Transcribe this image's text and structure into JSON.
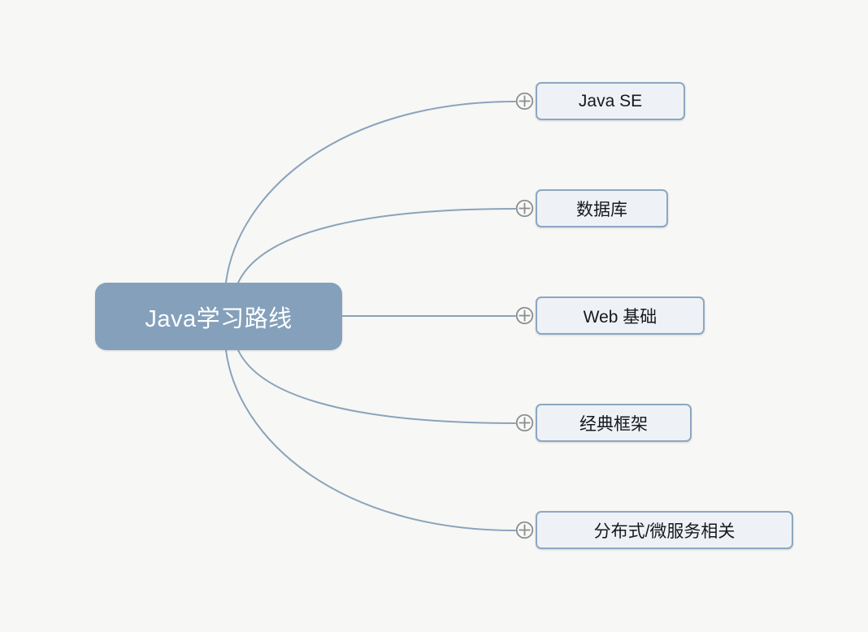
{
  "root_topic": {
    "label": "Java学习路线"
  },
  "topics": [
    {
      "label": "Java SE"
    },
    {
      "label": "数据库"
    },
    {
      "label": "Web 基础"
    },
    {
      "label": "经典框架"
    },
    {
      "label": "分布式/微服务相关"
    }
  ],
  "icons": {
    "expand_toggle": "plus-circle"
  },
  "colors": {
    "background": "#f7f7f5",
    "root_fill": "#84a0bb",
    "root_text": "#ffffff",
    "topic_fill": "#eef2f7",
    "topic_border": "#8da7c1",
    "topic_text": "#17191c",
    "connector": "#8aa3bb",
    "toggle": "#8b8d8f"
  }
}
